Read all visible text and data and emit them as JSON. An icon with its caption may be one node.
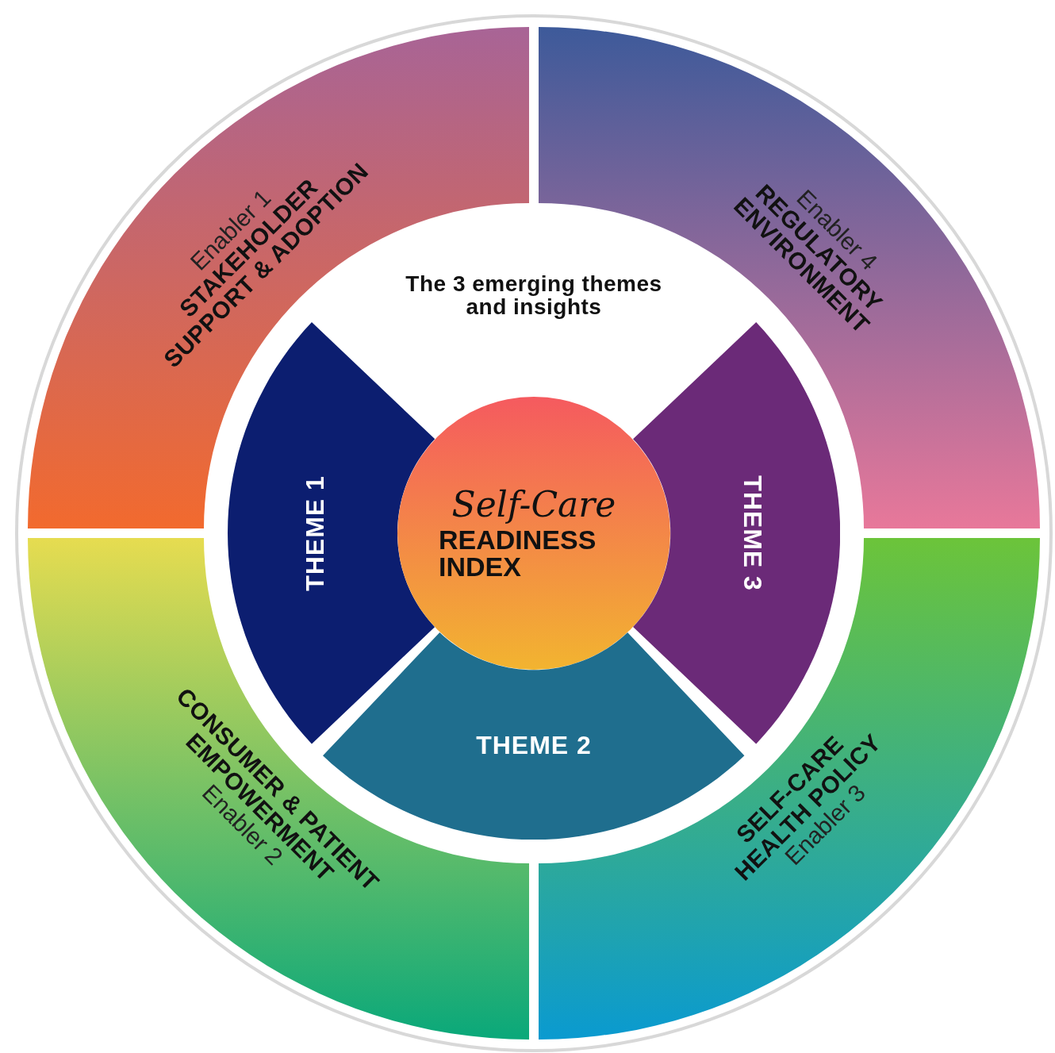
{
  "diagram": {
    "nodes": [
      {
        "text": [
          "Enabler 1",
          "STAKEHOLDER SUPPORT & ADOPTION"
        ]
      },
      {
        "text": [
          "Enabler 4",
          "REGULATORY ENVIRONMENT"
        ]
      },
      {
        "text": [
          "The 3 emerging themes and insights"
        ]
      },
      {
        "text": [
          "THEME 1"
        ]
      },
      {
        "text": [
          "Self-Care",
          "READINESS INDEX"
        ]
      },
      {
        "text": [
          "THEME 3"
        ]
      },
      {
        "text": [
          "THEME 2"
        ]
      },
      {
        "text": [
          "CONSUMER & PATIENT EMPOWERMENT",
          "Enabler 2"
        ]
      },
      {
        "text": [
          "SELF-CARE HEALTH POLICY",
          "Enabler 3"
        ]
      }
    ],
    "edges": []
  }
}
